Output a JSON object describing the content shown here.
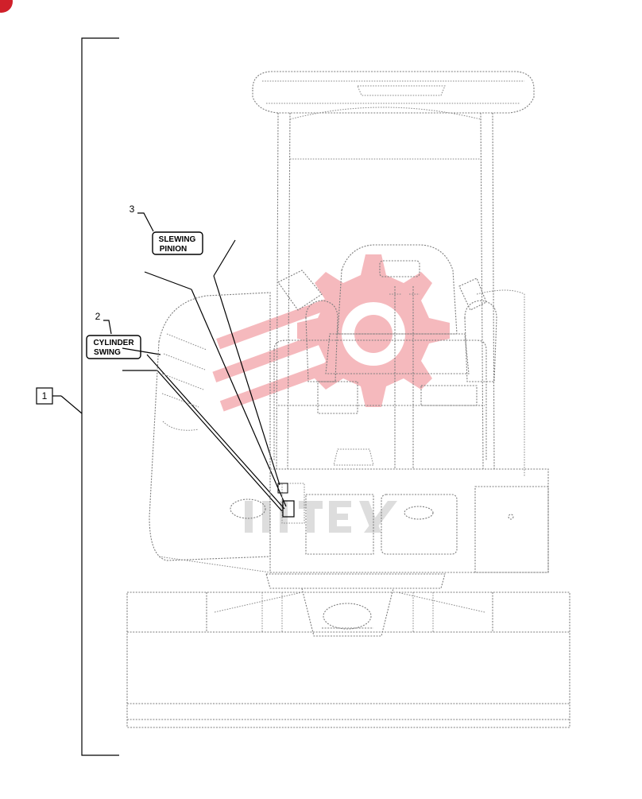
{
  "callouts": [
    {
      "number": "1"
    },
    {
      "number": "2",
      "label_lines": [
        "CYLINDER",
        "SWING"
      ]
    },
    {
      "number": "3",
      "label_lines": [
        "SLEWING",
        "PINION"
      ]
    }
  ],
  "colors": {
    "line": "#000000",
    "outline": "#7d7d7d",
    "watermark": "#e53a45",
    "corner_badge": "#d0202a"
  },
  "icons": {
    "corner_badge": "red-circle-badge-icon",
    "watermark": "gear-logo-watermark-icon"
  }
}
